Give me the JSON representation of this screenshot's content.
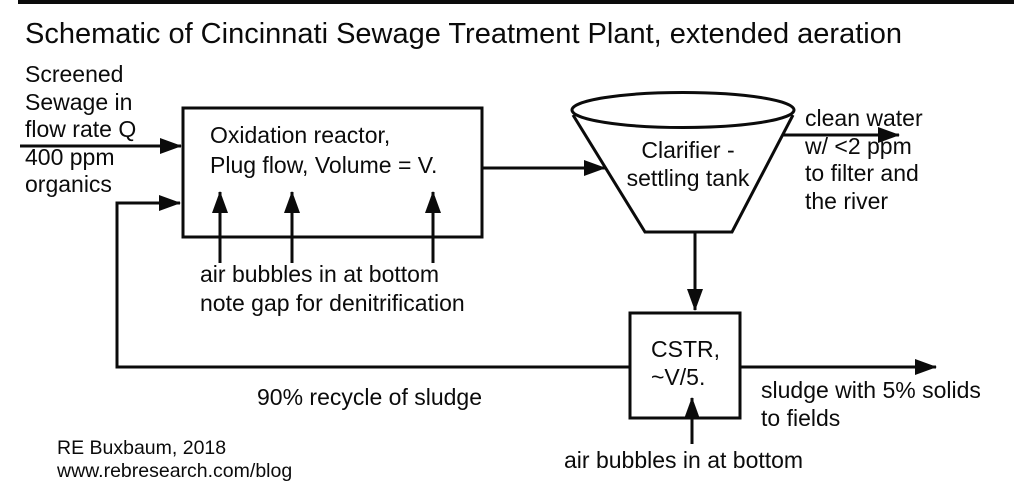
{
  "colors": {
    "ink": "#0b0b0b",
    "background": "#ffffff"
  },
  "title": "Schematic of Cincinnati Sewage Treatment Plant, extended aeration",
  "feed": {
    "lines": [
      "Screened",
      "Sewage in",
      "flow rate Q",
      "400 ppm",
      "organics"
    ]
  },
  "oxidation_reactor": {
    "lines": [
      "Oxidation reactor,",
      "Plug flow, Volume = V."
    ]
  },
  "clarifier": {
    "lines": [
      "Clarifier -",
      "settling tank"
    ]
  },
  "clean_water": {
    "lines": [
      "clean water",
      "w/ <2 ppm",
      "to filter and",
      "the river"
    ]
  },
  "aeration_reactor": {
    "lines": [
      "air bubbles in at bottom",
      "note gap for denitrification"
    ]
  },
  "recycle": {
    "label": "90% recycle of sludge"
  },
  "cstr": {
    "lines": [
      "CSTR,",
      "~V/5."
    ]
  },
  "sludge": {
    "lines": [
      "sludge with 5% solids",
      "to fields"
    ]
  },
  "aeration_cstr": {
    "label": "air bubbles in at bottom"
  },
  "credit": {
    "lines": [
      "RE Buxbaum, 2018",
      "www.rebresearch.com/blog"
    ]
  }
}
